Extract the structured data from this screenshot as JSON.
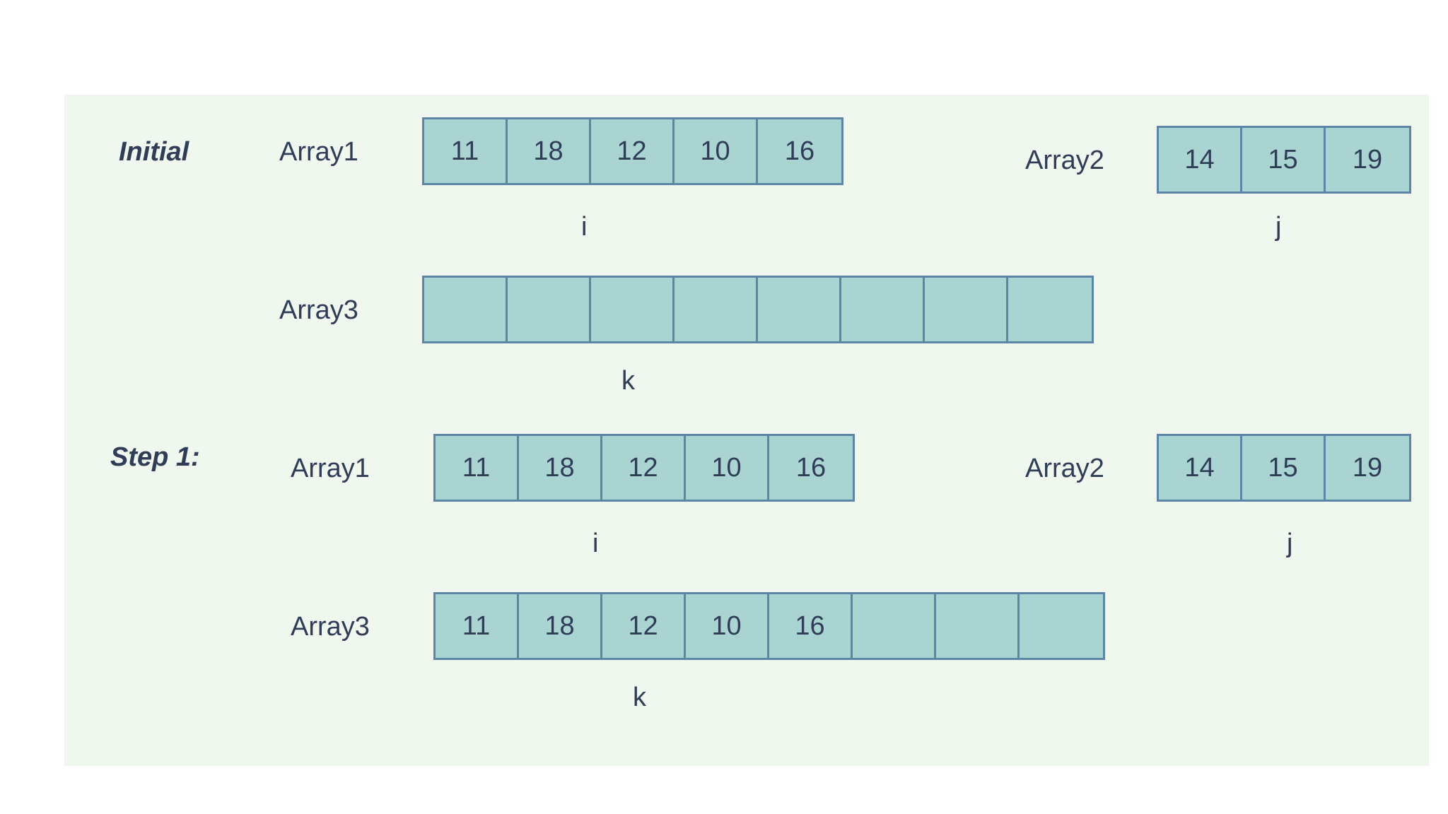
{
  "steps": [
    {
      "title": "Initial",
      "array1": {
        "label": "Array1",
        "values": [
          "11",
          "18",
          "12",
          "10",
          "16"
        ],
        "pointer": "i"
      },
      "array2": {
        "label": "Array2",
        "values": [
          "14",
          "15",
          "19"
        ],
        "pointer": "j"
      },
      "array3": {
        "label": "Array3",
        "values": [
          "",
          "",
          "",
          "",
          "",
          "",
          "",
          ""
        ],
        "pointer": "k"
      }
    },
    {
      "title": "Step 1:",
      "array1": {
        "label": "Array1",
        "values": [
          "11",
          "18",
          "12",
          "10",
          "16"
        ],
        "pointer": "i"
      },
      "array2": {
        "label": "Array2",
        "values": [
          "14",
          "15",
          "19"
        ],
        "pointer": "j"
      },
      "array3": {
        "label": "Array3",
        "values": [
          "11",
          "18",
          "12",
          "10",
          "16",
          "",
          "",
          ""
        ],
        "pointer": "k"
      }
    }
  ],
  "colors": {
    "panel_background": "#f0f7ef",
    "cell_fill": "#a9d4d2",
    "cell_border": "#5b86a6",
    "text": "#2f3d57"
  }
}
